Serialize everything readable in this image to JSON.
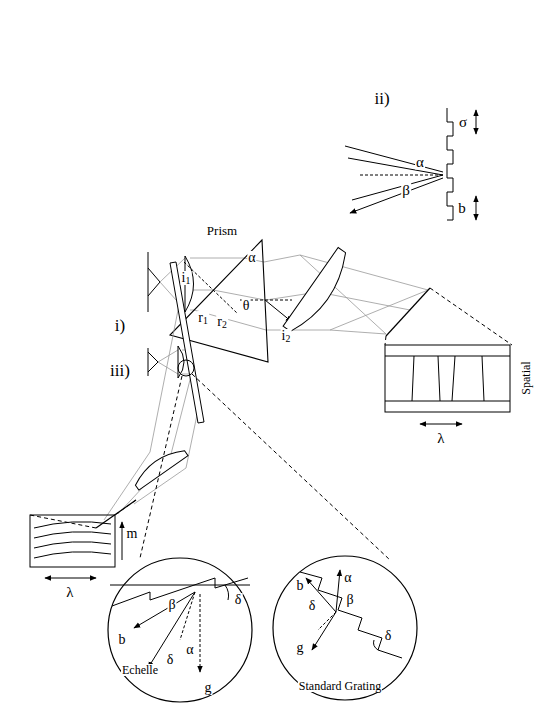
{
  "diagram": {
    "labels": [
      "Prism",
      "i)",
      "ii)",
      "iii)",
      "i1",
      "α",
      "θ",
      "r1",
      "r2",
      "i2",
      "σ",
      "α",
      "β",
      "b",
      "Spatial",
      "λ",
      "m",
      "λ",
      "Echelle",
      "b",
      "α",
      "β",
      "δ",
      "δ",
      "g",
      "Standard Grating",
      "b",
      "α",
      "δ",
      "β",
      "g",
      "δ"
    ]
  }
}
